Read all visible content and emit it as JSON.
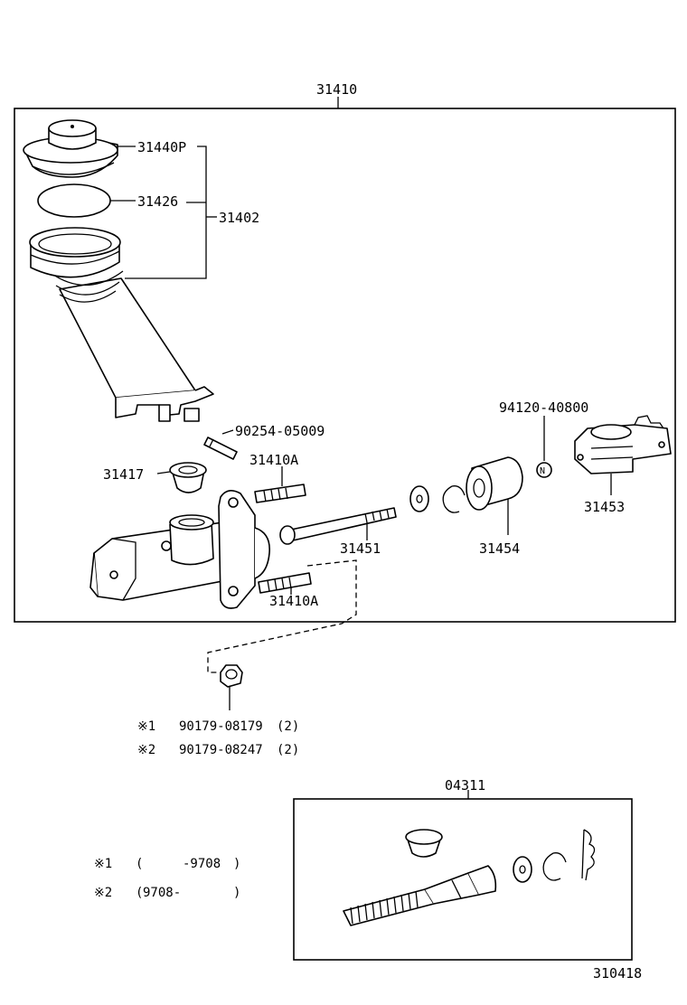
{
  "assembly": {
    "main_part_no": "31410",
    "kit_part_no": "04311",
    "diagram_no": "310418"
  },
  "labels": {
    "cap": "31440P",
    "diaphragm": "31426",
    "reservoir_group": "31402",
    "pin": "90254-05009",
    "grommet": "31417",
    "stud_upper": "31410A",
    "stud_lower": "31410A",
    "push_rod": "31451",
    "boot": "31454",
    "clip": "94120-40800",
    "clip_marker": "N",
    "clevis": "31453"
  },
  "nut_notes": [
    {
      "marker": "※1",
      "part": "90179-08179",
      "qty": "(2)"
    },
    {
      "marker": "※2",
      "part": "90179-08247",
      "qty": "(2)"
    }
  ],
  "legend": [
    {
      "marker": "※1",
      "open": "(",
      "from": "",
      "to": "-9708",
      "close": ")"
    },
    {
      "marker": "※2",
      "open": "(",
      "from": "9708-",
      "to": "",
      "close": ")"
    }
  ]
}
